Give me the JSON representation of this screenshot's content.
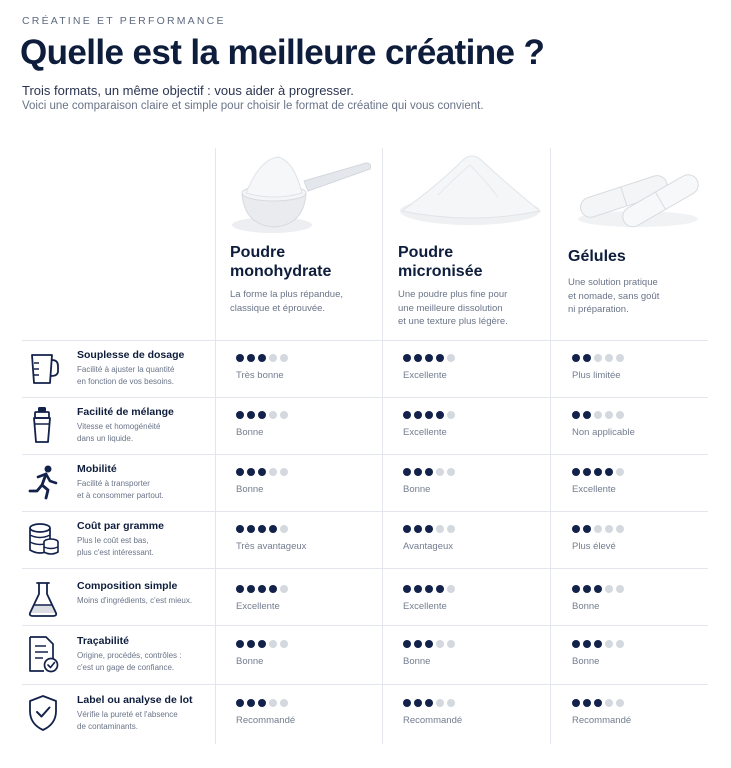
{
  "header": {
    "eyebrow": "CRÉATINE ET PERFORMANCE",
    "title": "Quelle est la meilleure créatine ?",
    "subtitle": "Trois formats, un même objectif : vous aider à progresser.",
    "subtext": "Voici une comparaison claire et simple pour choisir le format de créatine qui vous convient."
  },
  "products": [
    {
      "name": "Poudre\nmonohydrate",
      "description": "La forme la plus répandue,\nclassique et éprouvée.",
      "image_icon": "powder-scoop-image"
    },
    {
      "name": "Poudre\nmicronisée",
      "description": "Une poudre plus fine pour\nune meilleure dissolution\net une texture plus légère.",
      "image_icon": "powder-pile-image"
    },
    {
      "name": "Gélules",
      "description": "Une solution pratique\net nomade, sans goût\nni préparation.",
      "image_icon": "capsules-image"
    }
  ],
  "dot_colors": {
    "on": "#13224a",
    "off": "#d4d8df"
  },
  "criteria": [
    {
      "title": "Souplesse de dosage",
      "description": "Facilité à ajuster la quantité\nen fonction de vos besoins.",
      "icon": "measuring-cup-icon",
      "ratings": [
        {
          "dots": 3,
          "label": "Très bonne"
        },
        {
          "dots": 4,
          "label": "Excellente"
        },
        {
          "dots": 2,
          "label": "Plus limitée"
        }
      ]
    },
    {
      "title": "Facilité de mélange",
      "description": "Vitesse et homogénéité\ndans un liquide.",
      "icon": "shaker-icon",
      "ratings": [
        {
          "dots": 3,
          "label": "Bonne"
        },
        {
          "dots": 4,
          "label": "Excellente"
        },
        {
          "dots": 2,
          "label": "Non applicable"
        }
      ]
    },
    {
      "title": "Mobilité",
      "description": "Facilité à transporter\net à consommer partout.",
      "icon": "runner-icon",
      "ratings": [
        {
          "dots": 3,
          "label": "Bonne"
        },
        {
          "dots": 3,
          "label": "Bonne"
        },
        {
          "dots": 4,
          "label": "Excellente"
        }
      ]
    },
    {
      "title": "Coût par gramme",
      "description": "Plus le coût est bas,\nplus c'est intéressant.",
      "icon": "coin-stack-icon",
      "ratings": [
        {
          "dots": 4,
          "label": "Très avantageux"
        },
        {
          "dots": 3,
          "label": "Avantageux"
        },
        {
          "dots": 2,
          "label": "Plus élevé"
        }
      ]
    },
    {
      "title": "Composition simple",
      "description": "Moins d'ingrédients, c'est mieux.",
      "icon": "flask-icon",
      "ratings": [
        {
          "dots": 4,
          "label": "Excellente"
        },
        {
          "dots": 4,
          "label": "Excellente"
        },
        {
          "dots": 3,
          "label": "Bonne"
        }
      ]
    },
    {
      "title": "Traçabilité",
      "description": "Origine, procédés, contrôles :\nc'est un gage de confiance.",
      "icon": "certified-document-icon",
      "ratings": [
        {
          "dots": 3,
          "label": "Bonne"
        },
        {
          "dots": 3,
          "label": "Bonne"
        },
        {
          "dots": 3,
          "label": "Bonne"
        }
      ]
    },
    {
      "title": "Label ou analyse de lot",
      "description": "Vérifie la pureté et l'absence\nde contaminants.",
      "icon": "shield-check-icon",
      "ratings": [
        {
          "dots": 3,
          "label": "Recommandé"
        },
        {
          "dots": 3,
          "label": "Recommandé"
        },
        {
          "dots": 3,
          "label": "Recommandé"
        }
      ]
    }
  ]
}
